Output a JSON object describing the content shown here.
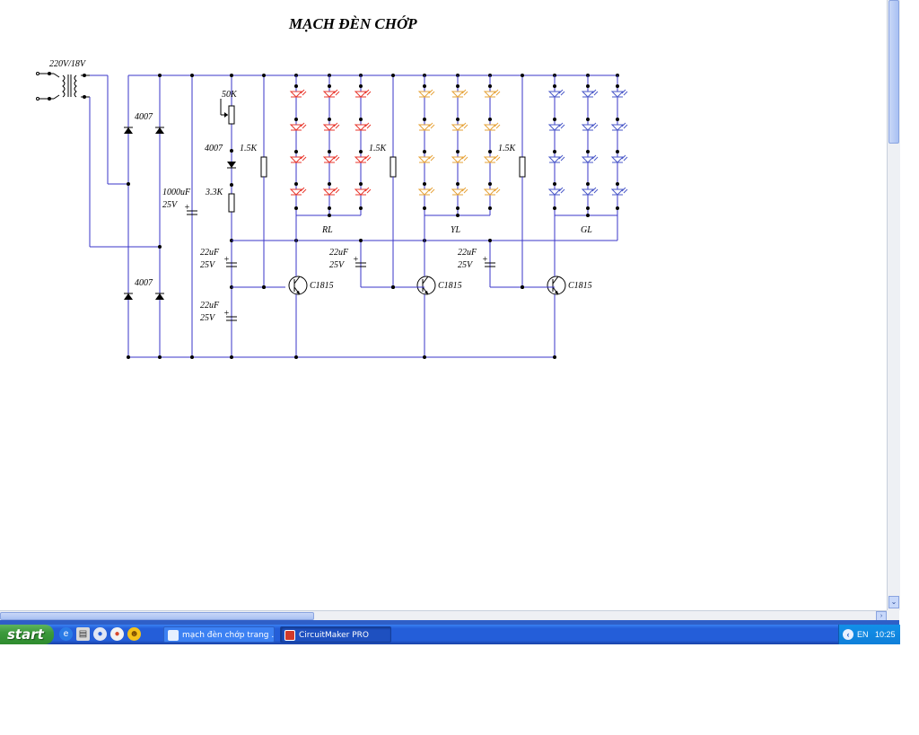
{
  "schematic": {
    "title": "MẠCH ĐÈN CHỚP",
    "transformer_label": "220V/18V",
    "diode_top_label": "4007",
    "diode_bottom_label": "4007",
    "cap_main_value": "1000uF",
    "cap_main_voltage": "25V",
    "pot_label": "50K",
    "diode_mid_label": "4007",
    "res_33k_label": "3.3K",
    "res_bias_labels": [
      "1.5K",
      "1.5K",
      "1.5K"
    ],
    "cap_timing": [
      {
        "value": "22uF",
        "voltage": "25V"
      },
      {
        "value": "22uF",
        "voltage": "25V"
      },
      {
        "value": "22uF",
        "voltage": "25V"
      },
      {
        "value": "22uF",
        "voltage": "25V"
      }
    ],
    "transistor_labels": [
      "C1815",
      "C1815",
      "C1815"
    ],
    "led_groups": [
      {
        "label": "RL",
        "color": "#e8372c"
      },
      {
        "label": "YL",
        "color": "#e6a33a"
      },
      {
        "label": "GL",
        "color": "#4a58c8"
      }
    ],
    "wire_color": "#3a36c8"
  },
  "scrollbars": {
    "down_arrow": "⌄",
    "right_arrow": "›"
  },
  "taskbar": {
    "start_label": "start",
    "quick_launch": [
      "ie-icon",
      "printer-icon",
      "media-icon",
      "app-icon",
      "messenger-icon"
    ],
    "buttons": [
      {
        "label": "mạch đèn chớp trang ...",
        "icon": "ie-icon"
      },
      {
        "label": "CircuitMaker PRO",
        "icon": "circuitmaker-icon"
      }
    ],
    "tray": {
      "ime": "EN",
      "clock": "10:25"
    }
  }
}
